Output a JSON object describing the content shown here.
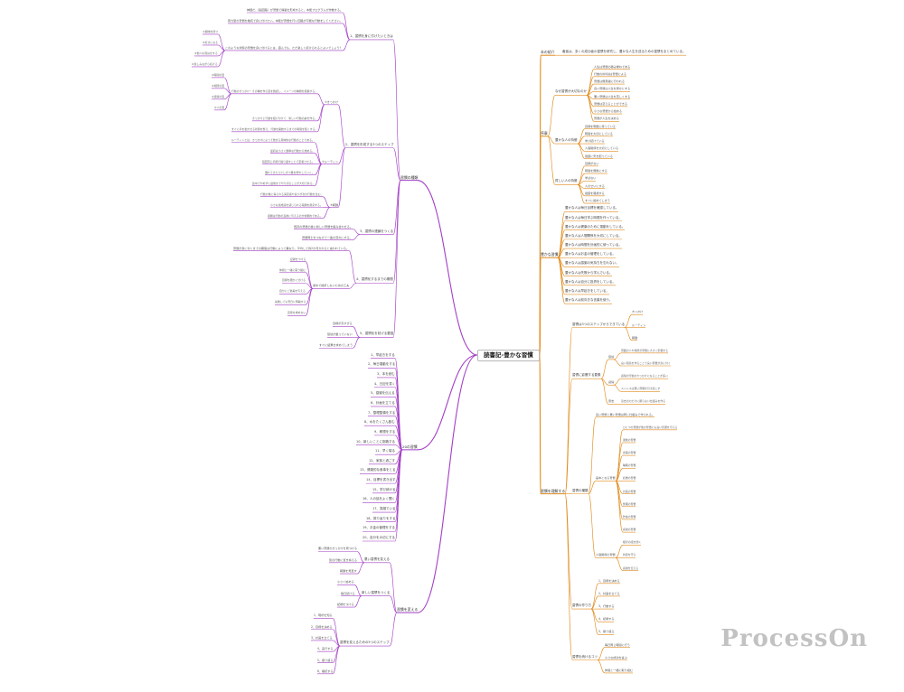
{
  "watermark": "ProcessOn",
  "colors": {
    "left": "#a33fc6",
    "right": "#e08a1c",
    "navy": "#3346a8",
    "root_link": "#b0b0b0"
  },
  "root": "読書記-豊かな習慣",
  "left_branches": [
    {
      "label": "習慣の種類",
      "children": [
        {
          "label": "1、習慣を身に付けたいときは",
          "children": [
            {
              "label": "神経だ、(脳回路）が習慣で構築を形成すると、本能プログラムが作動する。"
            },
            {
              "label": "努力型の習慣を継続で身に付けたい。本能が習慣を行い回路が可能な行動をしてください。"
            },
            {
              "label": "このような状態の習慣を身に付けるには、遊んでも、ただ楽しく続けられるとよいでしょう？",
              "children": [
                {
                  "label": "①興味を持つ"
                },
                {
                  "label": "②好きになる"
                },
                {
                  "label": "③他人の真似をする"
                },
                {
                  "label": "④楽しみながら続ける"
                }
              ]
            }
          ]
        },
        {
          "label": "2、習慣を形成する3つのステップ",
          "children": [
            {
              "label": "①きっかけ",
              "children": [
                {
                  "label": "行動のきっかけ・その種を作る型を確認し、イメージの種類を把握する。",
                  "children": [
                    {
                      "label": "①時間の型"
                    },
                    {
                      "label": "②場所の型"
                    },
                    {
                      "label": "③感情の型"
                    },
                    {
                      "label": "④人の型"
                    }
                  ]
                },
                {
                  "label": "きっかけと行動を結び付けて、新しい行動の癖を作る。"
                },
                {
                  "label": "すぐに手を動かせる状態を整え、行動を開始するまでの時間を短くする。"
                }
              ]
            },
            {
              "label": "②ルーティン",
              "children": [
                {
                  "label": "ルーティンとは、きっかけによって始まる具体的な行動のことである。"
                },
                {
                  "label": "最初は小さく簡単な行動から始める。"
                },
                {
                  "label": "毎回同じ手順で繰り返すことで定着させる。"
                },
                {
                  "label": "慣れてきたら少しずつ量を増やしていく。"
                },
                {
                  "label": "途中でやめずに最後までやり切ることが大切である。"
                }
              ]
            },
            {
              "label": "③報酬",
              "children": [
                {
                  "label": "行動の後に得られる満足感や喜びが次の行動を生む。"
                },
                {
                  "label": "小さな達成感を感じられる報酬を用意する。"
                },
                {
                  "label": "報酬は行動の直後に与えるのが効果的である。"
                }
              ]
            }
          ]
        },
        {
          "label": "3、習慣の連鎖をつくる",
          "children": [
            {
              "label": "既存の習慣の後に新しい習慣を組み合わせる。"
            },
            {
              "label": "習慣同士をつなげて一連の流れにする。"
            }
          ]
        },
        {
          "label": "4、習慣化するまでの期間",
          "children": [
            {
              "label": "習慣が身に付くまでの期間は行動によって異なり、平均して約2か月かかると言われている。"
            },
            {
              "label": "途中で挫折しないための工夫",
              "children": [
                {
                  "label": "記録をつける"
                },
                {
                  "label": "仲間と一緒に取り組む"
                },
                {
                  "label": "目標を細かく分ける"
                },
                {
                  "label": "自分にご褒美を与える"
                },
                {
                  "label": "失敗しても翌日に再開する"
                },
                {
                  "label": "完璧を求めない"
                }
              ]
            }
          ]
        },
        {
          "label": "5、習慣化を妨げる要因",
          "children": [
            {
              "label": "目標が高すぎる"
            },
            {
              "label": "環境が整っていない"
            },
            {
              "label": "すぐに結果を求めてしまう"
            }
          ]
        }
      ]
    },
    {
      "label": "20の習慣",
      "children": [
        {
          "label": "1、早起きをする"
        },
        {
          "label": "2、毎日運動をする"
        },
        {
          "label": "3、本を読む"
        },
        {
          "label": "4、日記を書く"
        },
        {
          "label": "5、感謝を伝える"
        },
        {
          "label": "6、計画を立てる"
        },
        {
          "label": "7、整理整頓をする"
        },
        {
          "label": "8、水をたくさん飲む"
        },
        {
          "label": "9、瞑想をする"
        },
        {
          "label": "10、新しいことに挑戦する"
        },
        {
          "label": "11、早く寝る"
        },
        {
          "label": "12、家族と過ごす"
        },
        {
          "label": "13、健康的な食事をとる"
        },
        {
          "label": "14、目標を書き出す"
        },
        {
          "label": "15、学び続ける"
        },
        {
          "label": "16、人の話をよく聞く"
        },
        {
          "label": "17、笑顔でいる"
        },
        {
          "label": "18、振り返りをする"
        },
        {
          "label": "19、お金の管理をする"
        },
        {
          "label": "20、自分を大切にする"
        }
      ]
    },
    {
      "label": "習慣を変える",
      "children": [
        {
          "label": "悪い習慣を変える",
          "children": [
            {
              "label": "悪い習慣のきっかけを見つける"
            },
            {
              "label": "別の行動に置き換える"
            },
            {
              "label": "報酬を見直す"
            }
          ]
        },
        {
          "label": "新しい習慣をつくる",
          "children": [
            {
              "label": "小さく始める"
            },
            {
              "label": "毎日続ける"
            },
            {
              "label": "記録をつける"
            }
          ]
        },
        {
          "label": "習慣を変えるための5つのステップ",
          "children": [
            {
              "label": "1、現状を知る"
            },
            {
              "label": "2、目標を決める"
            },
            {
              "label": "3、計画を立てる"
            },
            {
              "label": "4、実行する"
            },
            {
              "label": "5、振り返る"
            },
            {
              "label": "6、継続する"
            }
          ]
        }
      ]
    }
  ],
  "right_branches": [
    {
      "label": "本の紹介",
      "children": [
        {
          "label": "著者は、多くの成功者の習慣を研究し、豊かな人生を送るための習慣をまとめている。"
        }
      ]
    },
    {
      "label": "序章",
      "children": [
        {
          "label": "なぜ習慣が大切なのか",
          "children": [
            {
              "label": "人生は習慣の積み重ねである"
            },
            {
              "label": "行動の約4割は習慣による"
            },
            {
              "label": "習慣は無意識に行われる"
            },
            {
              "label": "良い習慣は人生を豊かにする"
            },
            {
              "label": "悪い習慣は人生を苦しくする"
            },
            {
              "label": "習慣は変えることができる"
            },
            {
              "label": "小さな習慣から始める"
            },
            {
              "label": "習慣が人生を決める"
            }
          ]
        },
        {
          "label": "豊かな人の特徴",
          "children": [
            {
              "label": "目標を明確に持っている"
            },
            {
              "label": "時間を大切にしている"
            },
            {
              "label": "学び続けている"
            },
            {
              "label": "人間関係を大切にしている"
            },
            {
              "label": "健康に気を配っている"
            }
          ]
        },
        {
          "label": "貧しい人の特徴",
          "children": [
            {
              "label": "目標がない"
            },
            {
              "label": "時間を無駄にする"
            },
            {
              "label": "学ばない"
            },
            {
              "label": "人のせいにする"
            },
            {
              "label": "健康を軽視する"
            },
            {
              "label": "すぐに諦めてしまう"
            }
          ]
        }
      ]
    },
    {
      "label": "豊かな習慣",
      "children": [
        {
          "label": "豊かな人は毎日目標を確認している。"
        },
        {
          "label": "豊かな人は毎日学ぶ時間を作っている。"
        },
        {
          "label": "豊かな人は健康のために運動をしている。"
        },
        {
          "label": "豊かな人は人間関係を大切にしている。"
        },
        {
          "label": "豊かな人は時間を計画的に使っている。"
        },
        {
          "label": "豊かな人はお金の管理をしている。"
        },
        {
          "label": "豊かな人は感謝の気持ちを忘れない。"
        },
        {
          "label": "豊かな人は失敗から学んでいる。"
        },
        {
          "label": "豊かな人は自分に投資をしている。"
        },
        {
          "label": "豊かな人は早起きをしている。"
        },
        {
          "label": "豊かな人は前向きな言葉を使う。"
        }
      ]
    },
    {
      "label": "習慣を理解する",
      "children": [
        {
          "label": "習慣は3つのステップからできている",
          "children": [
            {
              "label": "きっかけ"
            },
            {
              "label": "ルーティン"
            },
            {
              "label": "報酬"
            }
          ]
        },
        {
          "label": "習慣に影響する要素",
          "children": [
            {
              "label": "環境",
              "children": [
                {
                  "label": "周囲の人や場所が習慣に大きく影響する"
                },
                {
                  "label": "良い環境を作ることで良い習慣が身に付く"
                }
              ]
            },
            {
              "label": "感情",
              "children": [
                {
                  "label": "感情が行動のきっかけになることが多い"
                },
                {
                  "label": "ストレスは悪い習慣を引き起こす"
                }
              ]
            },
            {
              "label": "意志",
              "children": [
                {
                  "label": "意志の力だけに頼らない仕組みを作る"
                }
              ]
            }
          ]
        },
        {
          "label": "習慣の種類",
          "children": [
            {
              "label": "良い習慣と悪い習慣は同じ仕組みで作られる。"
            },
            {
              "label": "基本となる習慣",
              "children": [
                {
                  "label": "ひとつの習慣が他の習慣にも良い影響を与える"
                },
                {
                  "label": "運動の習慣"
                },
                {
                  "label": "食事の習慣"
                },
                {
                  "label": "睡眠の習慣"
                },
                {
                  "label": "読書の習慣"
                },
                {
                  "label": "計画の習慣"
                },
                {
                  "label": "整理の習慣"
                },
                {
                  "label": "貯金の習慣"
                },
                {
                  "label": "感謝の習慣"
                }
              ]
            },
            {
              "label": "人間関係の習慣",
              "children": [
                {
                  "label": "相手の話を聞く"
                },
                {
                  "label": "約束を守る"
                },
                {
                  "label": "感謝を伝える"
                }
              ]
            }
          ]
        },
        {
          "label": "習慣の作り方",
          "children": [
            {
              "label": "1、目標を決める"
            },
            {
              "label": "2、計画を立てる"
            },
            {
              "label": "3、行動する"
            },
            {
              "label": "4、記録する"
            },
            {
              "label": "5、振り返る"
            }
          ]
        },
        {
          "label": "習慣を続けるコツ",
          "children": [
            {
              "label": "毎日同じ時間に行う"
            },
            {
              "label": "小さな成功を喜ぶ"
            },
            {
              "label": "仲間と一緒に取り組む"
            }
          ]
        }
      ]
    }
  ]
}
